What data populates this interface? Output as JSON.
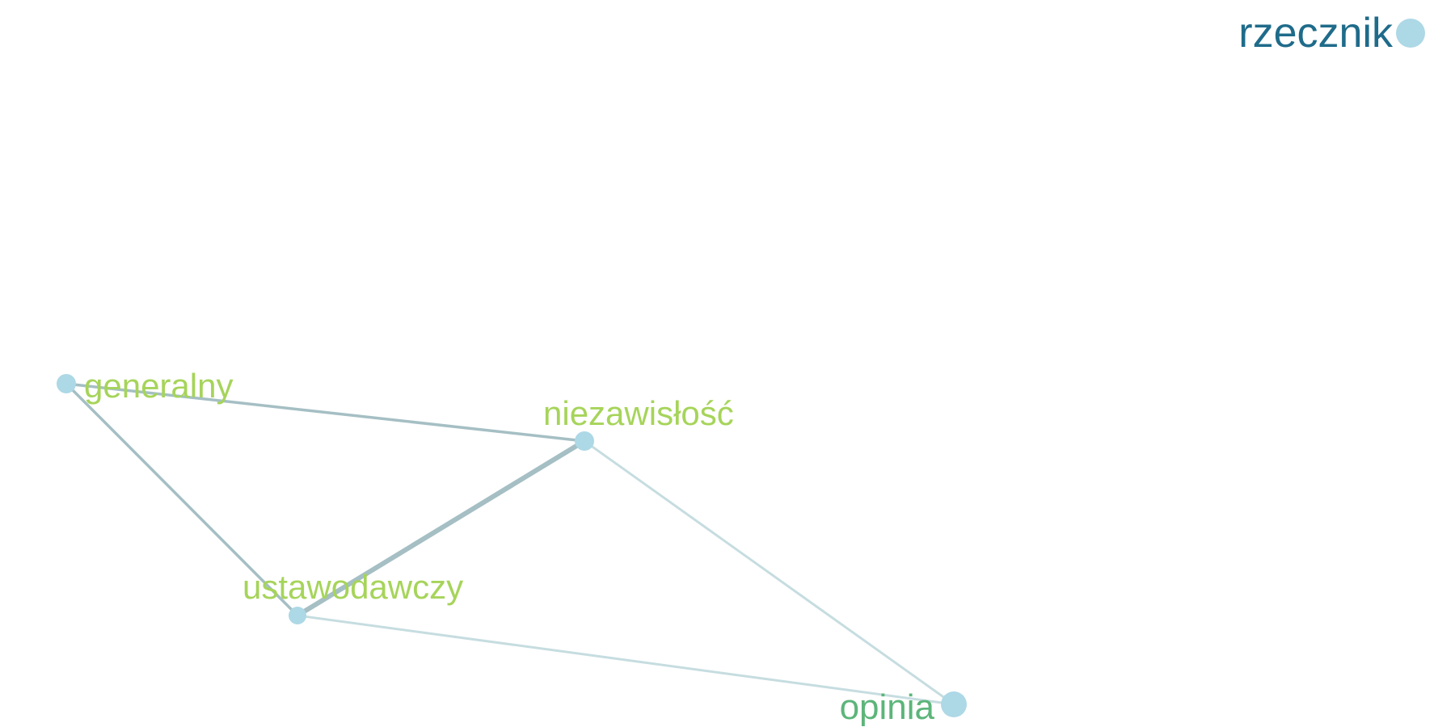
{
  "graph": {
    "nodes": [
      {
        "id": "rzecznik",
        "label": "rzecznik",
        "label_color": "#1f6b8a",
        "node_color": "#add8e6"
      },
      {
        "id": "generalny",
        "label": "generalny",
        "label_color": "#a6d45a",
        "node_color": "#add8e6"
      },
      {
        "id": "niezawislosc",
        "label": "niezawisłość",
        "label_color": "#a6d45a",
        "node_color": "#add8e6"
      },
      {
        "id": "ustawodawczy",
        "label": "ustawodawczy",
        "label_color": "#a6d45a",
        "node_color": "#add8e6"
      },
      {
        "id": "opinia",
        "label": "opinia",
        "label_color": "#5cb57a",
        "node_color": "#add8e6"
      }
    ],
    "edges": [
      {
        "source": "generalny",
        "target": "niezawislosc",
        "color": "#a5bfc4",
        "strength": "medium"
      },
      {
        "source": "generalny",
        "target": "ustawodawczy",
        "color": "#a5bfc4",
        "strength": "medium"
      },
      {
        "source": "niezawislosc",
        "target": "ustawodawczy",
        "color": "#a5bfc4",
        "strength": "strong"
      },
      {
        "source": "niezawislosc",
        "target": "opinia",
        "color": "#c6dde0",
        "strength": "weak"
      },
      {
        "source": "ustawodawczy",
        "target": "opinia",
        "color": "#c6dde0",
        "strength": "weak"
      }
    ]
  }
}
